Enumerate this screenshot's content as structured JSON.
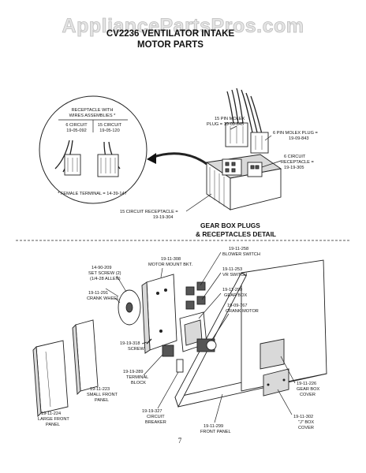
{
  "watermark": "AppliancePartsPros.com",
  "title": {
    "line1": "CV2236 VENTILATOR INTAKE",
    "line2": "MOTOR PARTS"
  },
  "inset": {
    "header_line1": "RECEPTACLE WITH",
    "header_line2": "WIRES ASSEMBLIES *",
    "left_col_line1": "6 CIRCUIT",
    "left_col_line2": "19-05-092",
    "right_col_line1": "15 CIRCUIT",
    "right_col_line2": "19-05-120",
    "footnote": "* FEMALE TERMINAL = 14-39-147"
  },
  "plugs": {
    "molex15_line1": "15 PIN MOLEX",
    "molex15_line2": "PLUG = 19-09-845",
    "molex6_line1": "6 PIN MOLEX PLUG =",
    "molex6_line2": "19-09-843",
    "rec6_line1": "6 CIRCUIT",
    "rec6_line2": "RECEPTACLE =",
    "rec6_line3": "19-19-305",
    "rec15_line1": "15 CIRCUIT RECEPTACLE =",
    "rec15_line2": "19-19-304",
    "detail_line1": "GEAR BOX PLUGS",
    "detail_line2": "& RECEPTACLES DETAIL"
  },
  "parts": {
    "set_screw": [
      "14-90-209",
      "SET SCREW (2)",
      "(1/4-28 ALLEN)"
    ],
    "crank_wheel": [
      "19-11-291",
      "CRANK WHEEL"
    ],
    "motor_mount": [
      "19-11-308",
      "MOTOR MOUNT BKT."
    ],
    "blower_switch": [
      "19-11-258",
      "BLOWER SWITCH"
    ],
    "vr_switch": [
      "19-11-253",
      "VR SWITCH"
    ],
    "gear_box": [
      "19-11-290",
      "GEAR BOX"
    ],
    "crank_motor": [
      "19-09-767",
      "CRANK MOTOR"
    ],
    "screw": [
      "19-19-318",
      "SCREW"
    ],
    "terminal_block": [
      "19-19-289",
      "TERMINAL",
      "BLOCK"
    ],
    "small_front_panel": [
      "19-11-223",
      "SMALL FRONT",
      "PANEL"
    ],
    "large_front_panel": [
      "19-11-224",
      "LARGE FRONT",
      "PANEL"
    ],
    "circuit_breaker": [
      "19-19-327",
      "CIRCUIT",
      "BREAKER"
    ],
    "front_panel": [
      "19-11-299",
      "FRONT PANEL"
    ],
    "gear_box_cover": [
      "19-11-226",
      "GEAR BOX",
      "COVER"
    ],
    "j_box_cover": [
      "19-11-302",
      "\"J\" BOX",
      "COVER"
    ]
  },
  "page_number": "7"
}
